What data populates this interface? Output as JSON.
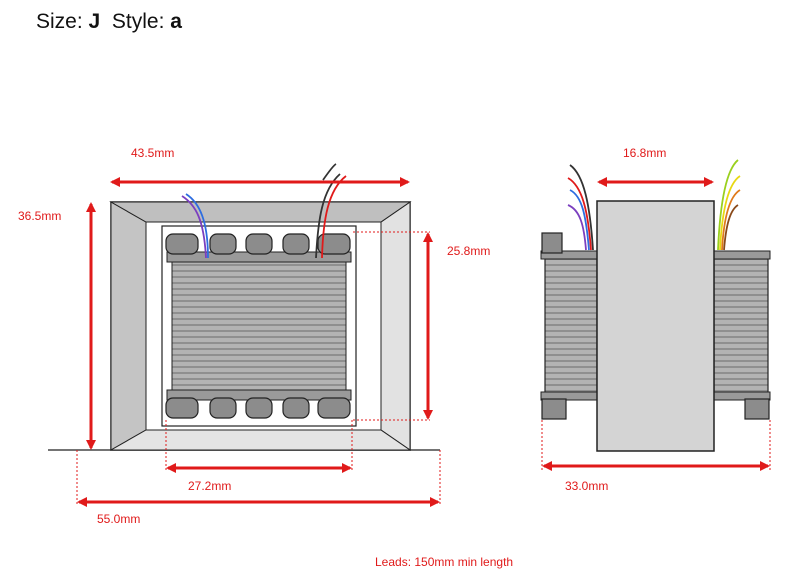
{
  "header": {
    "size_label": "Size:",
    "size_value": "J",
    "style_label": "Style:",
    "style_value": "a"
  },
  "dimensions": {
    "front_width": "43.5mm",
    "front_height": "36.5mm",
    "winding_height": "25.8mm",
    "winding_width": "27.2mm",
    "base_width": "55.0mm",
    "side_core_width": "16.8mm",
    "side_depth": "33.0mm"
  },
  "note": "Leads: 150mm min length",
  "colors": {
    "dimension": "#e01a1a",
    "core_outer": "#d8d8d8",
    "core_face": "#ececec",
    "winding": "#a9a9a9",
    "terminal": "#8c8c8c",
    "outline": "#222222"
  }
}
